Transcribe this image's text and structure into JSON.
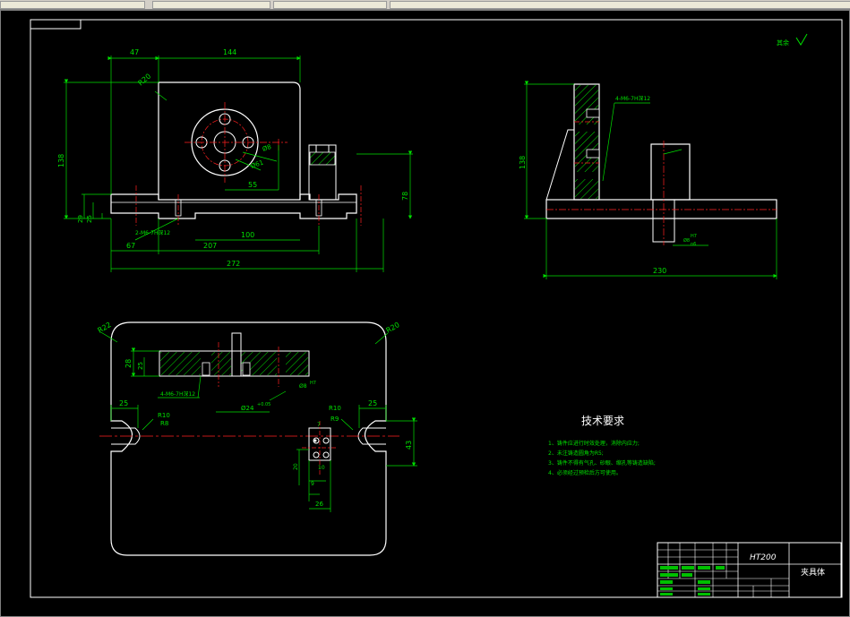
{
  "colors": {
    "background": "#000000",
    "outline": "#ffffff",
    "dimension": "#00e000",
    "centerline": "#ff2020",
    "hatch": "#00e000",
    "titleblock_fill": "#00c000"
  },
  "front_view": {
    "dims": {
      "d47": "47",
      "d144": "144",
      "d138": "138",
      "d29": "29",
      "d25": "25",
      "d78": "78",
      "d55": "55",
      "d100": "100",
      "d67": "67",
      "d207": "207",
      "d272": "272",
      "r20": "R20",
      "phi8": "Ø8",
      "phi61": "Ø61",
      "note_holes": "2-M6-7H深12"
    }
  },
  "side_view": {
    "dims": {
      "d138": "138",
      "d230": "230",
      "note_holes": "4-M6-7H深12",
      "fit_top": "H7",
      "fit_bottom": "n6",
      "fit_phi": "Ø8"
    }
  },
  "top_view": {
    "dims": {
      "r22": "R22",
      "r20": "R20",
      "d28": "28",
      "d25": "25",
      "d25_left": "25",
      "d25_right": "25",
      "r10_left": "R10",
      "r8_left": "R8",
      "r10_right": "R10",
      "r9_right": "R9",
      "d43": "43",
      "d7": "7",
      "d9": "9",
      "d20": "20",
      "d10": "10",
      "d26": "26",
      "note_holes": "4-M6-7H深12",
      "phi_bore": "Ø24",
      "phi_bore_tol": "+0.05",
      "phi_small": "Ø8",
      "phi_small_tol": "H7"
    }
  },
  "roughness_note": "其余",
  "tech_requirements": {
    "title": "技术要求",
    "items": [
      "1、铸件应进行时效处理，消除内应力;",
      "2、未注铸造圆角为R5;",
      "3、铸件不得有气孔、砂眼、缩孔等铸造缺陷;",
      "4、必须经过预检后方可使用。"
    ]
  },
  "title_block": {
    "material": "HT200",
    "name": "夹具体"
  }
}
